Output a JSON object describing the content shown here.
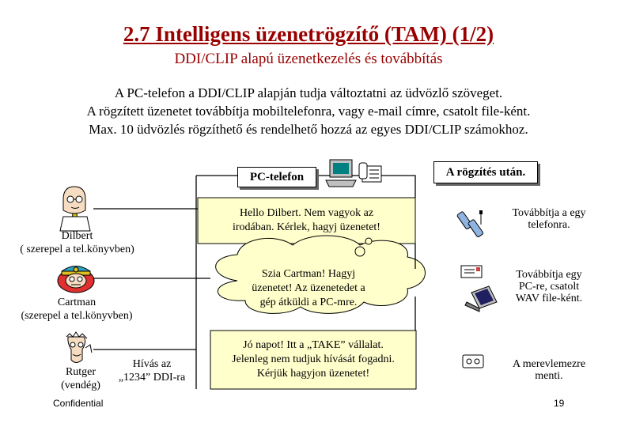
{
  "title": "2.7 Intelligens üzenetrögzítő (TAM) (1/2)",
  "subtitle": "DDI/CLIP alapú üzenetkezelés és továbbítás",
  "intro": [
    "A PC-telefon a DDI/CLIP alapján tudja változtatni az üdvözlő szöveget.",
    "A rögzített üzenetet továbbítja mobiltelefonra, vagy e-mail címre, csatolt file-ként.",
    "Max. 10 üdvözlés rögzíthető és rendelhető hozzá az egyes DDI/CLIP számokhoz."
  ],
  "pc_label": "PC-telefon",
  "after_label": "A rögzítés után.",
  "callers": [
    {
      "name": "Dilbert",
      "note": "( szerepel a tel.könyvben)"
    },
    {
      "name": "Cartman",
      "note": "(szerepel a tel.könyvben)"
    },
    {
      "name": "Rutger",
      "note": "(vendég)"
    }
  ],
  "call_note": [
    "Hívás az",
    "„1234” DDI-ra"
  ],
  "messages": [
    [
      "Hello Dilbert. Nem vagyok az",
      "irodában. Kérlek, hagyj üzenetet!"
    ],
    [
      "Szia Cartman! Hagyj",
      "üzenetet! Az üzenetedet a",
      "gép átküldi a PC-mre."
    ],
    [
      "Jó napot! Itt a „TAKE” vállalat.",
      "Jelenleg nem tudjuk hívását fogadni.",
      "Kérjük hagyjon üzenetet!"
    ]
  ],
  "forwards": [
    [
      "Továbbítja a egy",
      "telefonra."
    ],
    [
      "Továbbítja egy",
      "PC-re, csatolt",
      "WAV file-ként."
    ],
    [
      "A merevlemezre",
      "menti."
    ]
  ],
  "footer": "Confidential",
  "page_number": "19"
}
